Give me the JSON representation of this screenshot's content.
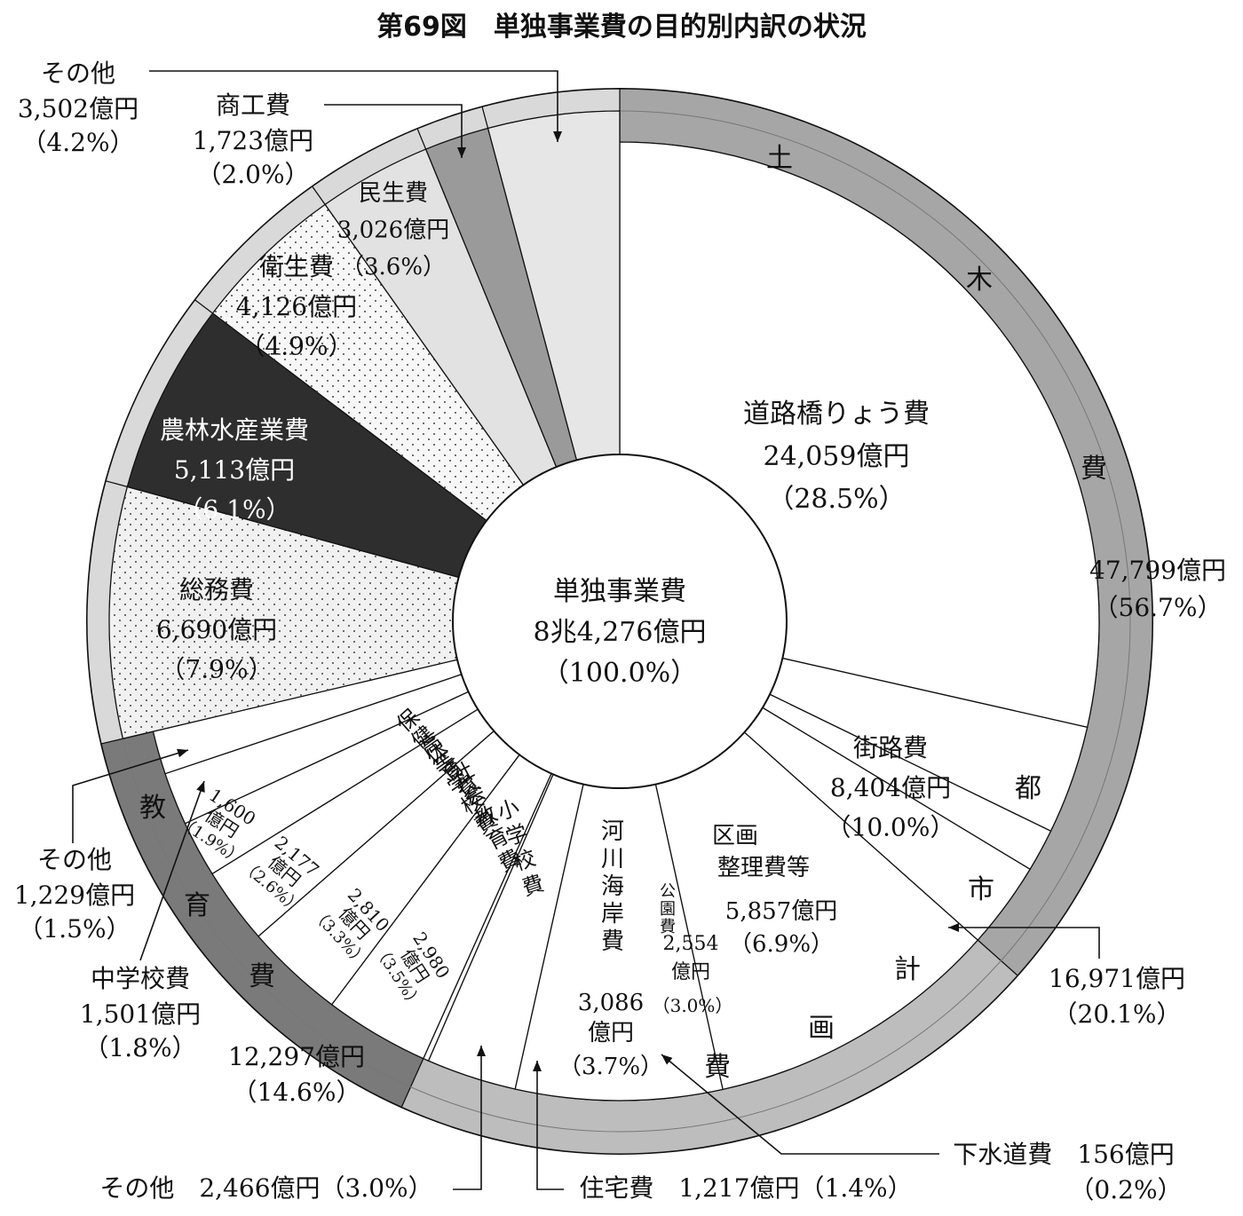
{
  "chart_data": {
    "type": "pie",
    "title": "第69図　単独事業費の目的別内訳の状況",
    "center": {
      "name": "単独事業費",
      "value": "8兆4,276億円",
      "pct": "（100.0%）"
    },
    "groups": [
      {
        "id": "doboku",
        "name_chars": [
          "土",
          "木",
          "費"
        ],
        "value": "47,799億円",
        "pct": "（56.7%）"
      },
      {
        "id": "toshi",
        "name_chars": [
          "都",
          "市",
          "計",
          "画",
          "費"
        ],
        "value": "16,971億円",
        "pct": "（20.1%）"
      },
      {
        "id": "kyoiku",
        "name_chars": [
          "教",
          "育",
          "費"
        ],
        "value": "12,297億円",
        "pct": "（14.6%）"
      }
    ],
    "slices": [
      {
        "id": "douro",
        "group": "doboku",
        "name": "道路橋りょう費",
        "amount": 24059,
        "value": "24,059億円",
        "pct": "（28.5%）"
      },
      {
        "id": "kasen",
        "group": "doboku",
        "name": "河川海岸費",
        "amount": 3086,
        "value": "3,086億円",
        "pct": "（3.7%）"
      },
      {
        "id": "jutaku",
        "group": "doboku",
        "name": "住宅費",
        "amount": 1217,
        "value": "1,217億円",
        "pct": "（1.4%）"
      },
      {
        "id": "doboku_other",
        "group": "doboku",
        "name": "その他",
        "amount": 2466,
        "value": "2,466億円",
        "pct": "（3.0%）"
      },
      {
        "id": "gairo",
        "group": "toshi",
        "name": "街路費",
        "amount": 8404,
        "value": "8,404億円",
        "pct": "（10.0%）"
      },
      {
        "id": "kukaku",
        "group": "toshi",
        "name": "区画整理費等",
        "amount": 5857,
        "value": "5,857億円",
        "pct": "（6.9%）"
      },
      {
        "id": "koen",
        "group": "toshi",
        "name": "公園費",
        "amount": 2554,
        "value": "2,554億円",
        "pct": "（3.0%）"
      },
      {
        "id": "gesui",
        "group": "toshi",
        "name": "下水道費",
        "amount": 156,
        "value": "156億円",
        "pct": "（0.2%）"
      },
      {
        "id": "shogakko",
        "group": "kyoiku",
        "name": "小学校費",
        "amount": 2980,
        "value": "2,980億円",
        "pct": "（3.5%）"
      },
      {
        "id": "shakai",
        "group": "kyoiku",
        "name": "社会教育費",
        "amount": 2810,
        "value": "2,810億円",
        "pct": "（3.3%）"
      },
      {
        "id": "koto",
        "group": "kyoiku",
        "name": "高等学校費",
        "amount": 2177,
        "value": "2,177億円",
        "pct": "（2.6%）"
      },
      {
        "id": "hoken",
        "group": "kyoiku",
        "name": "保健体育費",
        "amount": 1600,
        "value": "1,600億円",
        "pct": "（1.9%）"
      },
      {
        "id": "chugakko",
        "group": "kyoiku",
        "name": "中学校費",
        "amount": 1501,
        "value": "1,501億円",
        "pct": "（1.8%）"
      },
      {
        "id": "kyoiku_other",
        "group": "kyoiku",
        "name": "その他",
        "amount": 1229,
        "value": "1,229億円",
        "pct": "（1.5%）"
      },
      {
        "id": "somu",
        "group": null,
        "name": "総務費",
        "amount": 6690,
        "value": "6,690億円",
        "pct": "（7.9%）"
      },
      {
        "id": "norin",
        "group": null,
        "name": "農林水産業費",
        "amount": 5113,
        "value": "5,113億円",
        "pct": "（6.1%）"
      },
      {
        "id": "eisei",
        "group": null,
        "name": "衛生費",
        "amount": 4126,
        "value": "4,126億円",
        "pct": "（4.9%）"
      },
      {
        "id": "minsei",
        "group": null,
        "name": "民生費",
        "amount": 3026,
        "value": "3,026億円",
        "pct": "（3.6%）"
      },
      {
        "id": "shoko",
        "group": null,
        "name": "商工費",
        "amount": 1723,
        "value": "1,723億円",
        "pct": "（2.0%）"
      },
      {
        "id": "other",
        "group": null,
        "name": "その他",
        "amount": 3502,
        "value": "3,502億円",
        "pct": "（4.2%）"
      }
    ],
    "colors": {
      "douro": "#ffffff",
      "kasen": "#ffffff",
      "jutaku": "#ffffff",
      "doboku_other": "#ffffff",
      "gairo": "#ffffff",
      "kukaku": "#ffffff",
      "koen": "#ffffff",
      "gesui": "#ffffff",
      "shogakko": "#ffffff",
      "shakai": "#ffffff",
      "koto": "#ffffff",
      "hoken": "#ffffff",
      "chugakko": "#ffffff",
      "kyoiku_other": "#ffffff",
      "somu": "#f1f1f1",
      "norin": "#2e2e2e",
      "eisei": "#f7f7f7",
      "minsei": "#e2e2e2",
      "shoko": "#9a9a9a",
      "other": "#e6e6e6",
      "ring_doboku": "#a6a6a6",
      "ring_toshi": "#bdbdbd",
      "ring_kyoiku": "#7a7a7a",
      "ring_plain": "#d9d9d9"
    }
  }
}
